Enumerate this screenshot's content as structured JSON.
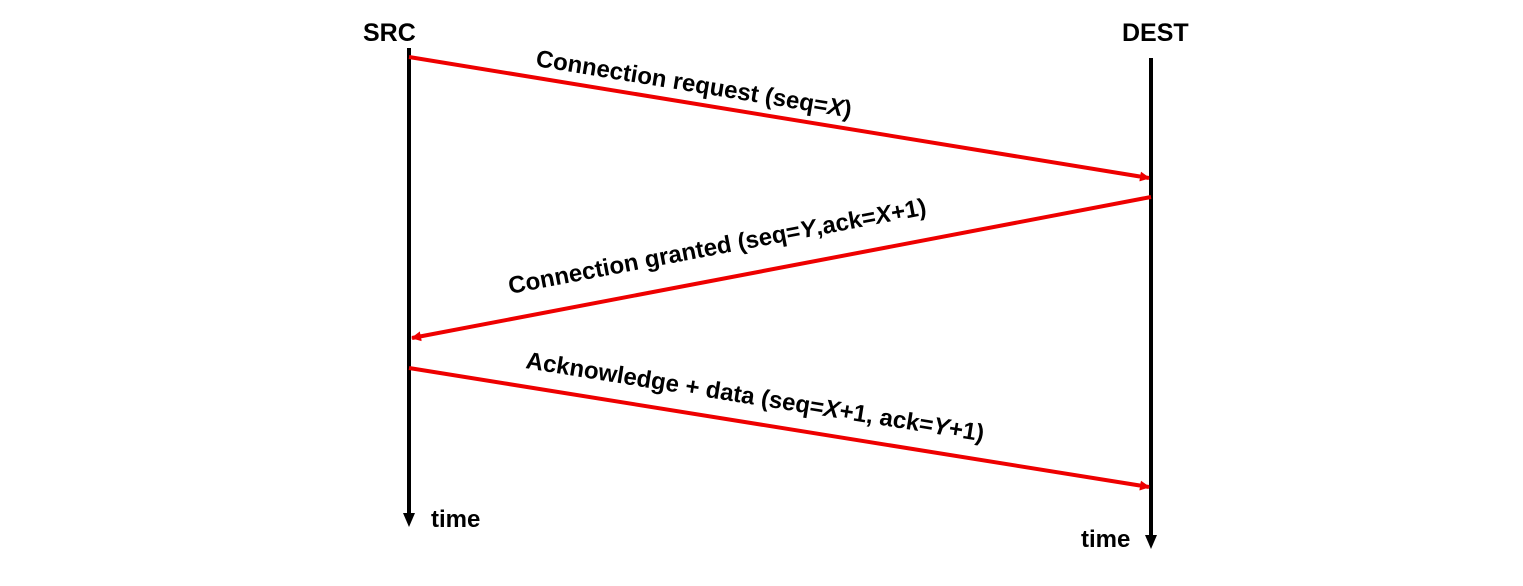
{
  "diagram": {
    "type": "sequence",
    "participants": [
      {
        "id": "src",
        "label": "SRC",
        "time_label": "time"
      },
      {
        "id": "dest",
        "label": "DEST",
        "time_label": "time"
      }
    ],
    "messages": [
      {
        "from": "src",
        "to": "dest",
        "parts": [
          "Connection request (seq=",
          "X",
          ")"
        ]
      },
      {
        "from": "dest",
        "to": "src",
        "parts": [
          "Connection granted (seq=",
          "Y",
          ",ack=",
          "X",
          "+1)"
        ]
      },
      {
        "from": "src",
        "to": "dest",
        "parts": [
          "Acknowledge + data (seq=",
          "X",
          "+1, ack=",
          "Y",
          "+1)"
        ]
      }
    ],
    "colors": {
      "lifeline": "#000000",
      "message": "#ee0000",
      "text": "#000000"
    }
  }
}
